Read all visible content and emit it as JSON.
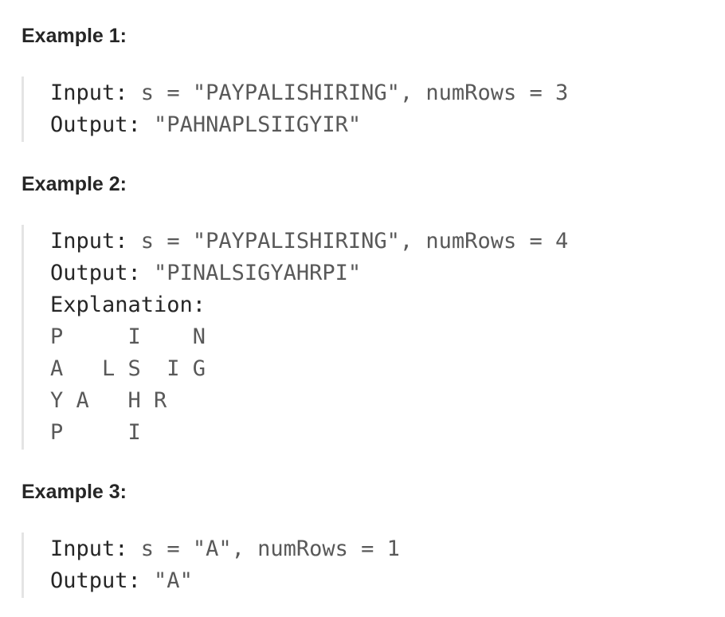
{
  "examples": [
    {
      "title": "Example 1:",
      "input_label": "Input:",
      "input_value": " s = \"PAYPALISHIRING\", numRows = 3",
      "output_label": "Output:",
      "output_value": " \"PAHNAPLSIIGYIR\""
    },
    {
      "title": "Example 2:",
      "input_label": "Input:",
      "input_value": " s = \"PAYPALISHIRING\", numRows = 4",
      "output_label": "Output:",
      "output_value": " \"PINALSIGYAHRPI\"",
      "explanation_label": "Explanation:",
      "explanation_lines": [
        "P     I    N",
        "A   L S  I G",
        "Y A   H R",
        "P     I"
      ]
    },
    {
      "title": "Example 3:",
      "input_label": "Input:",
      "input_value": " s = \"A\", numRows = 1",
      "output_label": "Output:",
      "output_value": " \"A\""
    }
  ]
}
